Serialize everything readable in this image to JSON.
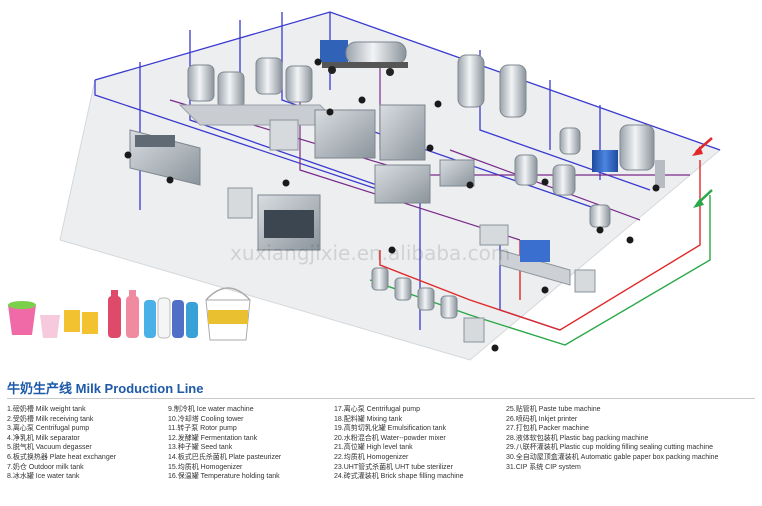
{
  "watermark": "xuxiangjixie.en.alibaba.com",
  "title": {
    "cn": "牛奶生产线",
    "en": "Milk Production Line"
  },
  "legend": {
    "col1": [
      "1.磅奶槽 Milk weight tank",
      "2.受奶槽 Milk receiving tank",
      "3.离心泵 Centrifugal pump",
      "4.净乳机 Milk separator",
      "5.脱气机 Vacuum degasser",
      "6.板式换热器 Plate heat exchanger",
      "7.奶仓 Outdoor milk tank",
      "8.冰水罐 Ice water tank"
    ],
    "col2": [
      "9.制冷机 Ice water machine",
      "10.冷却塔 Cooling tower",
      "11.转子泵 Rotor pump",
      "12.发酵罐 Fermentation tank",
      "13.种子罐 Seed tank",
      "14.板式巴氏杀菌机 Plate pasteurizer",
      "15.均质机 Homogenizer",
      "16.保温罐 Temperature holding tank"
    ],
    "col3": [
      "17.离心泵 Centrifugal pump",
      "18.配料罐 Mixing tank",
      "19.高剪切乳化罐 Emulsification tank",
      "20.水粉混合机 Water--powder mixer",
      "21.高位罐 High level tank",
      "22.均质机 Homogenizer",
      "23.UHT管式杀菌机 UHT tube sterilizer",
      "24.砖式灌装机 Brick shape filling machine"
    ],
    "col4": [
      "25.贴管机 Paste tube machine",
      "26.喷码机 Inkjet printer",
      "27.打包机 Packer machine",
      "28.液体软包装机 Plastic bag packing machine",
      "29.八联杯灌装机 Plastic cup molding filling sealing cutting machine",
      "30.全自动屋顶盒灌装机 Automatic gable paper box packing machine",
      "31.CIP 系统 CIP system"
    ]
  },
  "colors": {
    "pipe_blue": "#3a3ad0",
    "pipe_red": "#e02828",
    "pipe_green": "#2aa848",
    "pipe_purple": "#7a2a8a",
    "floor": "#e4e7ea",
    "title": "#1e5aa8"
  }
}
